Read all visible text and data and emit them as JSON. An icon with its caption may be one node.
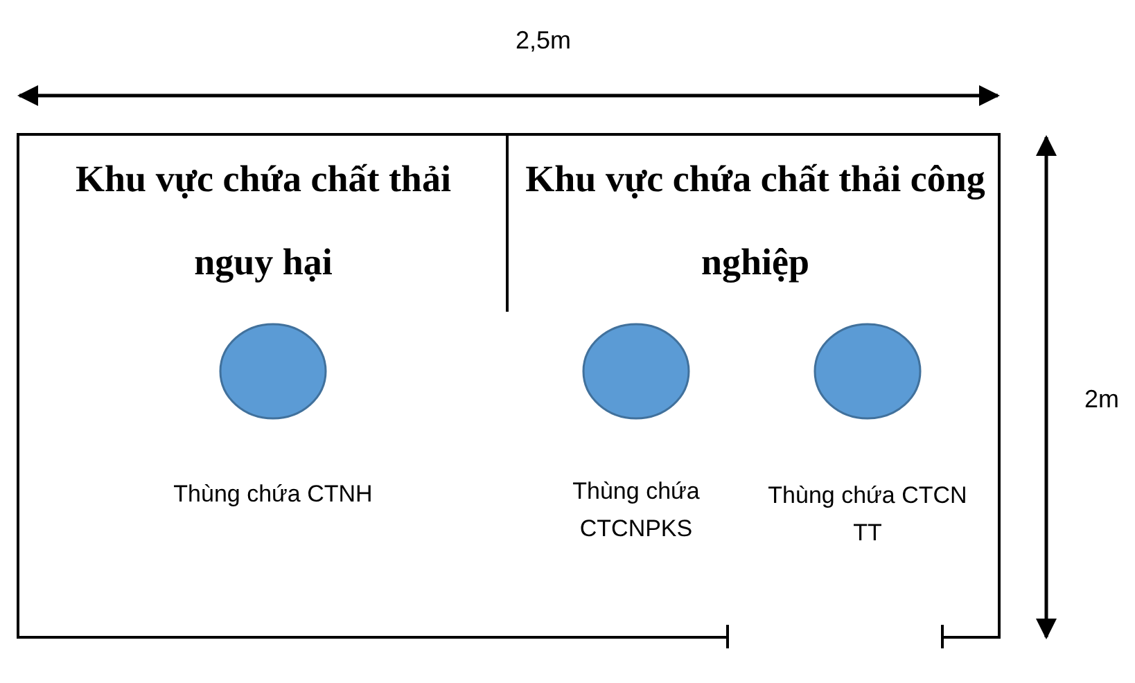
{
  "diagram": {
    "nodes": [
      {
        "text": [],
        "shape": "circle",
        "beside": [
          "Thùng chứa CTNH"
        ]
      },
      {
        "text": [],
        "shape": "circle",
        "beside": [
          "Thùng chứa CTCNPKS"
        ]
      },
      {
        "text": [],
        "shape": "circle",
        "beside": [
          "Thùng chứa CTCN TT"
        ]
      }
    ],
    "labels": [
      "2,5m",
      "Khu vực chứa chất thải nguy hại",
      "Khu vực chứa chất thải công nghiệp",
      "2m"
    ]
  }
}
